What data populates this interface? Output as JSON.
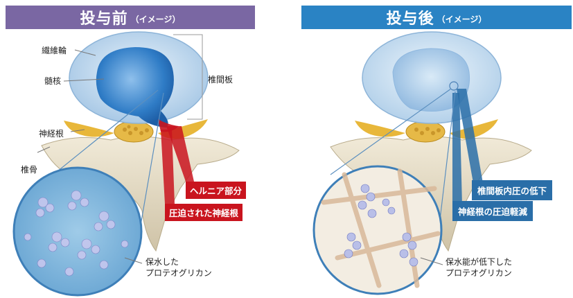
{
  "before": {
    "title": "投与前",
    "subtitle": "（イメージ）",
    "header_color": "#7a67a3",
    "labels": {
      "annulus": "繊維輪",
      "nucleus": "髄核",
      "nerve_root": "神経根",
      "vertebra": "椎骨",
      "disc": "椎間板",
      "proteoglycan": "保水した\nプロテオグリカン"
    },
    "callouts": {
      "hernia": "ヘルニア部分",
      "compressed_nerve": "圧迫された神経根"
    }
  },
  "after": {
    "title": "投与後",
    "subtitle": "（イメージ）",
    "header_color": "#2a83c4",
    "labels": {
      "proteoglycan": "保水能が低下した\nプロテオグリカン"
    },
    "callouts": {
      "pressure_drop": "椎間板内圧の低下",
      "nerve_relief": "神経根の圧迫軽減"
    }
  },
  "colors": {
    "hernia_red": "#c9141e",
    "callout_blue": "#2a6ea8"
  }
}
